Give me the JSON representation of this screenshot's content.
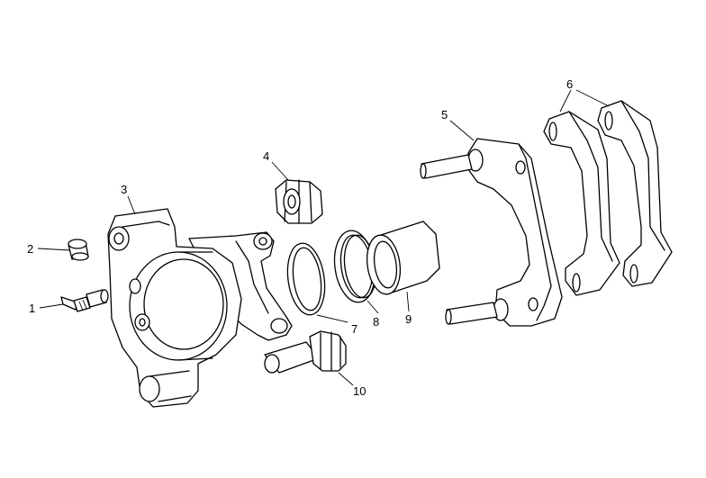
{
  "callouts": [
    {
      "id": "bleed-screw",
      "number": "1"
    },
    {
      "id": "bleed-cap",
      "number": "2"
    },
    {
      "id": "caliper-body",
      "number": "3"
    },
    {
      "id": "guide-boot",
      "number": "4"
    },
    {
      "id": "caliper-bracket",
      "number": "5"
    },
    {
      "id": "brake-pads",
      "number": "6"
    },
    {
      "id": "piston-seal",
      "number": "7"
    },
    {
      "id": "dust-seal",
      "number": "8"
    },
    {
      "id": "piston",
      "number": "9"
    },
    {
      "id": "guide-pin-boot",
      "number": "10"
    }
  ]
}
